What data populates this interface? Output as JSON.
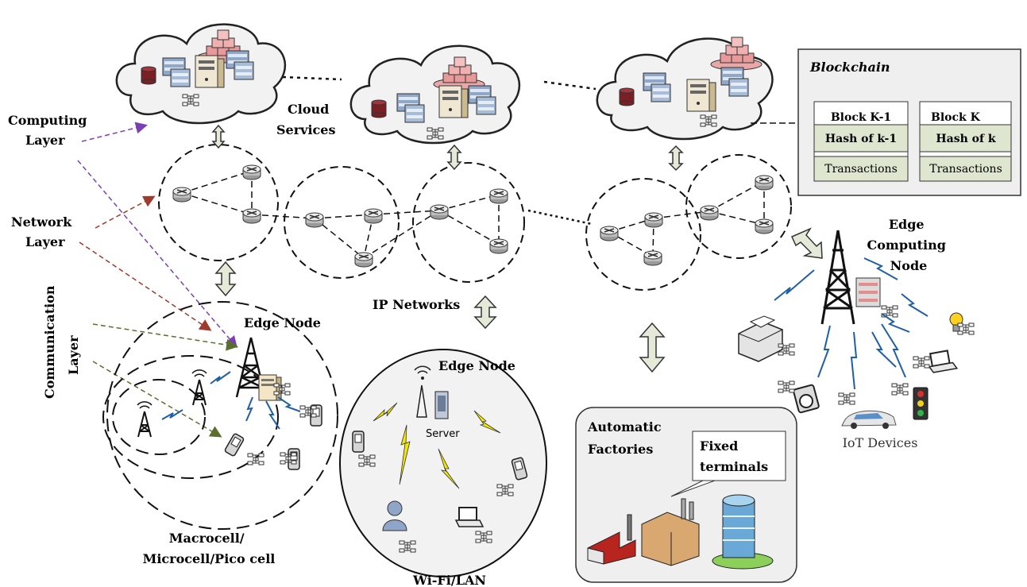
{
  "labels": {
    "computing_layer": [
      "Computing",
      "Layer"
    ],
    "network_layer": [
      "Network",
      "Layer"
    ],
    "communication_layer": [
      "Communication",
      "Layer"
    ],
    "cloud_services": [
      "Cloud",
      "Services"
    ],
    "ip_networks": "IP Networks",
    "edge_node_left": "Edge Node",
    "edge_node_wifi": "Edge Node",
    "server": "Server",
    "macrocell": [
      "Macrocell/",
      "Microcell/Pico cell"
    ],
    "wifi_lan": "Wi-Fi/LAN",
    "edge_computing_node": [
      "Edge",
      "Computing",
      "Node"
    ],
    "iot_devices": "IoT Devices",
    "automatic_factories": [
      "Automatic",
      "Factories"
    ],
    "fixed_terminals": [
      "Fixed",
      "terminals"
    ]
  },
  "blockchain": {
    "title": "Blockchain",
    "blocks": [
      {
        "header": "Block K-1",
        "hash": "Hash of k-1",
        "tx": "Transactions"
      },
      {
        "header": "Block K",
        "hash": "Hash of k",
        "tx": "Transactions"
      }
    ]
  },
  "colors": {
    "computing_arrow": "#7b3fb5",
    "network_arrow": "#a0392e",
    "communication_arrow": "#5a6e2e",
    "cloud_fill": "#f2f2f2",
    "block_fill": "#dfe6cf",
    "panel_fill": "#efefef",
    "lightning": "#1f5fa6",
    "lightning_yellow": "#f2e600",
    "big_arrow": "#e4e9d8"
  },
  "icons": [
    "cloud-icon",
    "server-icon",
    "router-icon",
    "tower-icon",
    "antenna-icon",
    "phone-icon",
    "laptop-icon",
    "printer-icon",
    "camera-icon",
    "car-icon",
    "traffic-light-icon",
    "bulb-icon",
    "factory-icon",
    "building-icon",
    "user-icon",
    "database-icon"
  ]
}
